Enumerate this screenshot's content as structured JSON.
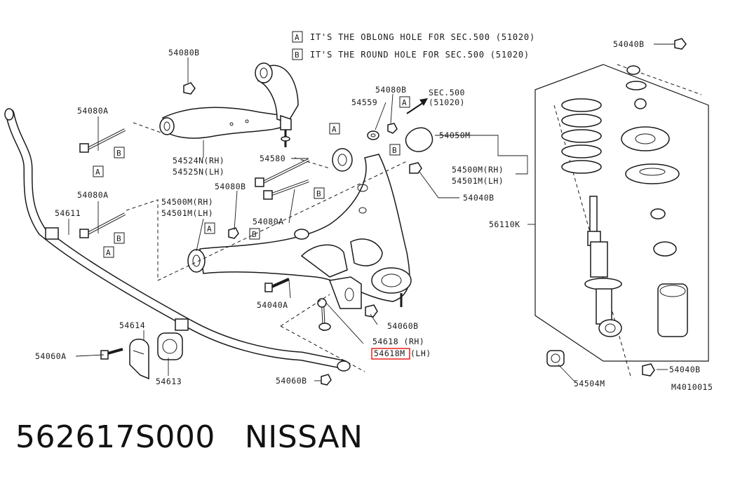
{
  "notes": [
    {
      "letter": "A",
      "text": "IT'S THE OBLONG HOLE FOR SEC.500 (51020)"
    },
    {
      "letter": "B",
      "text": "IT'S THE ROUND HOLE FOR SEC.500 (51020)"
    }
  ],
  "labels": {
    "p54080B_top": "54080B",
    "p54080A_upper": "54080A",
    "p54524N": "54524N(RH)",
    "p54525N": "54525N(LH)",
    "p54580": "54580",
    "p54559": "54559",
    "p54080B_mid": "54080B",
    "sec500": "SEC.500",
    "sec500_code": "(51020)",
    "p54050M": "54050M",
    "p54500M_right": "54500M(RH)",
    "p54501M_right": "54501M(LH)",
    "p54040B_mid": "54040B",
    "p54080A_lower": "54080A",
    "p54611": "54611",
    "p54500M_left": "54500M(RH)",
    "p54501M_left": "54501M(LH)",
    "p54080B_left": "54080B",
    "p54080A_center": "54080A",
    "p54040A": "54040A",
    "p54060B_right": "54060B",
    "p54618": "54618 (RH)",
    "p54618M": "54618M",
    "p54618M_side": "(LH)",
    "p54614": "54614",
    "p54060A": "54060A",
    "p54613": "54613",
    "p54060B_bottom": "54060B",
    "p54040B_top": "54040B",
    "p56110K": "56110K",
    "p54040B_bottom": "54040B",
    "p54504M": "54504M",
    "drawing_no": "M4010015"
  },
  "caption": {
    "part_number": "562617S000",
    "brand": "NISSAN"
  },
  "highlight_color": "#e8201c"
}
